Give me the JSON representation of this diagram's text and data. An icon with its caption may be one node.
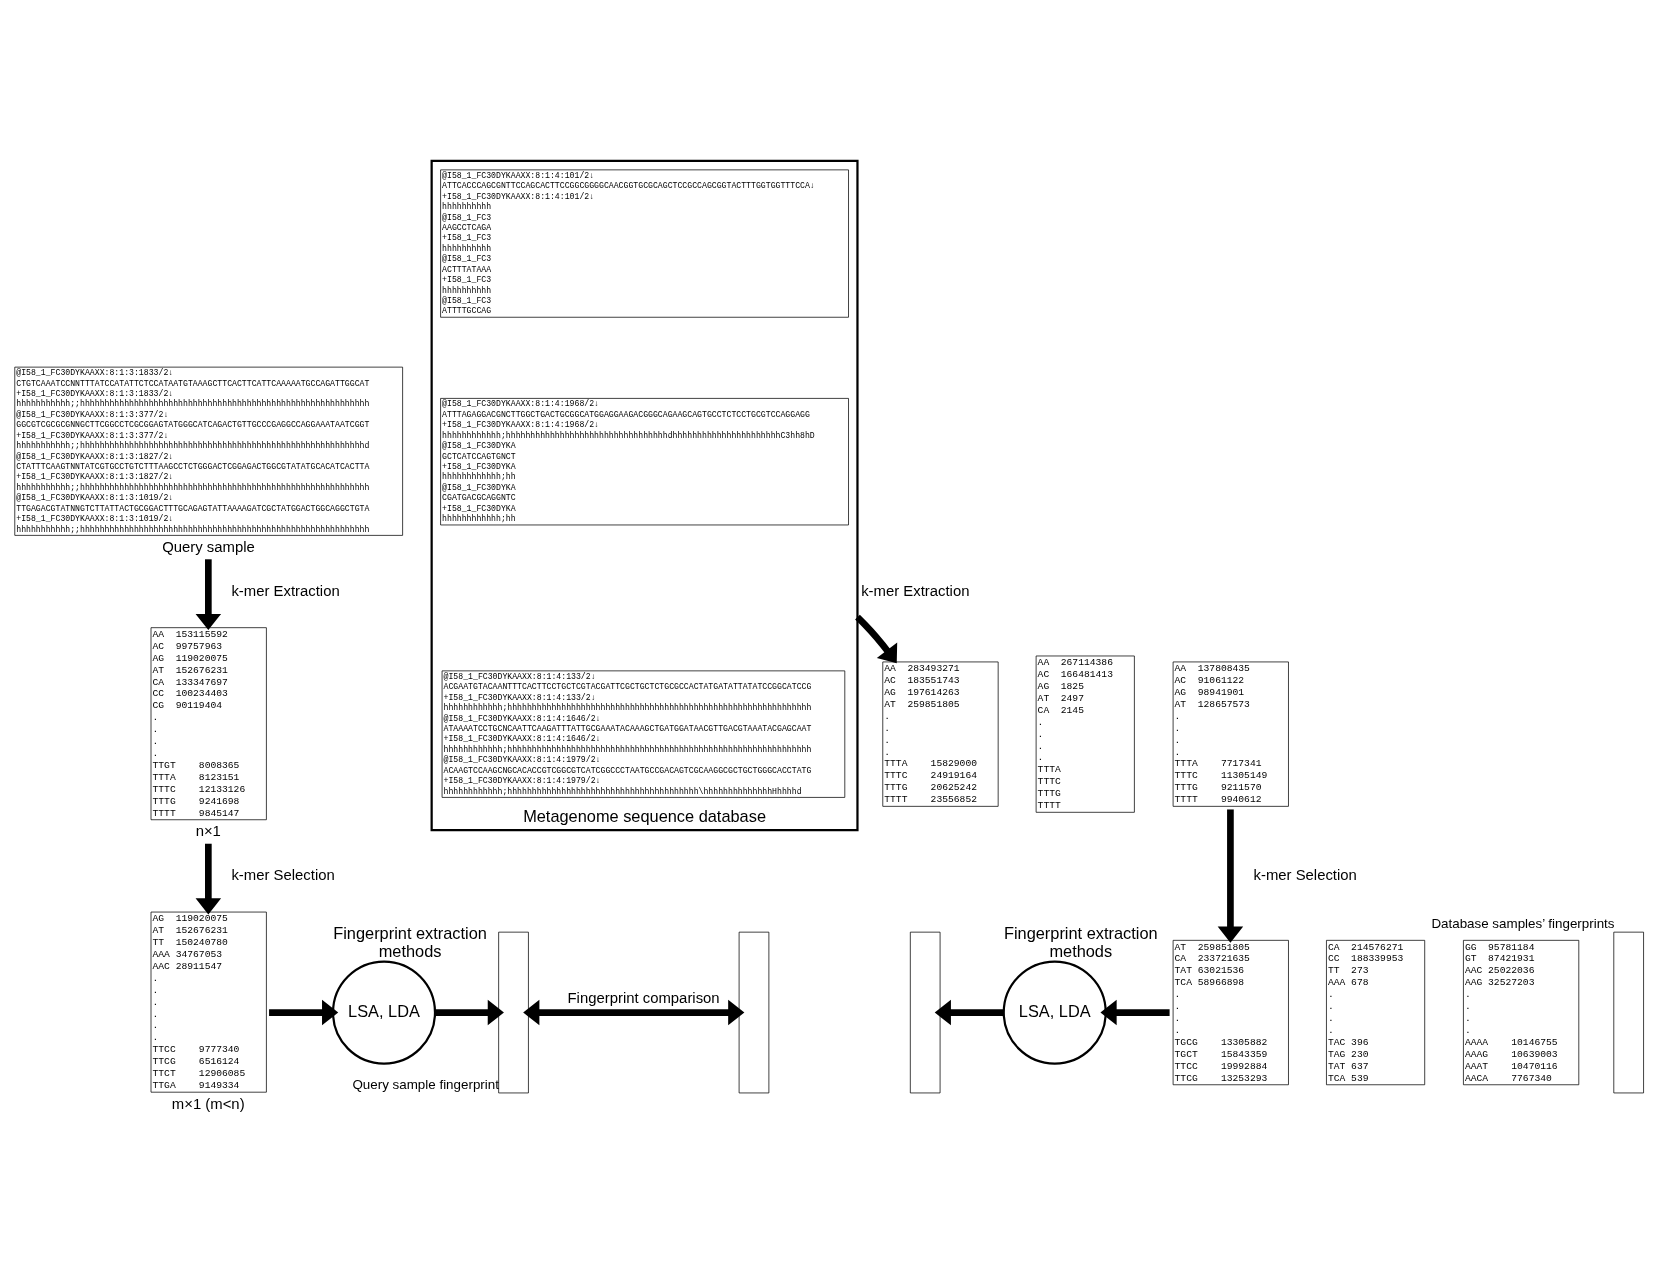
{
  "diagram": {
    "nodes": [
      {
        "text": [
          "@I58_1_FC30DYKAAXX:8:1:3:1833/2↓",
          "CTGTCAAATCCNNTTTATCCATATTCTCCATAATGTAAAGCTTCACTTCATTCAAAAATGCCAGATTGGCAT",
          "+I58_1_FC30DYKAAXX:8:1:3:1833/2↓",
          "hhhhhhhhhhh;;hhhhhhhhhhhhhhhhhhhhhhhhhhhhhhhhhhhhhhhhhhhhhhhhhhhhhhhhhhh",
          "@I58_1_FC30DYKAAXX:8:1:3:377/2↓",
          "GGCGTCGCGCGNNGCTTCGGCCTCGCGGAGTATGGGCATCAGACTGTTGCCCGAGGCCAGGAAATAATCGGT",
          "+I58_1_FC30DYKAAXX:8:1:3:377/2↓",
          "hhhhhhhhhhh;;hhhhhhhhhhhhhhhhhhhhhhhhhhhhhhhhhhhhhhhhhhhhhhhhhhhhhhhhhhd",
          "@I58_1_FC30DYKAAXX:8:1:3:1827/2↓",
          "CTATTTCAAGTNNTATCGTGCCTGTCTTTAAGCCTCTGGGACTCGGAGACTGGCGTATATGCACATCACTTA",
          "+I58_1_FC30DYKAAXX:8:1:3:1827/2↓",
          "hhhhhhhhhhh;;hhhhhhhhhhhhhhhhhhhhhhhhhhhhhhhhhhhhhhhhhhhhhhhhhhhhhhhhhhh",
          "@I58_1_FC30DYKAAXX:8:1:3:1019/2↓",
          "TTGAGACGTATNNGTCTTATTACTGCGGACTTTGCAGAGTATTAAAAGATCGCTATGGACTGGCAGGCTGTA",
          "+I58_1_FC30DYKAAXX:8:1:3:1019/2↓",
          "hhhhhhhhhhh;;hhhhhhhhhhhhhhhhhhhhhhhhhhhhhhhhhhhhhhhhhhhhhhhhhhhhhhhhhhh"
        ],
        "beside": [
          "Query sample"
        ]
      },
      {
        "text": [
          "AA  153115592",
          "AC  99757963",
          "AG  119020075",
          "AT  152676231",
          "CA  133347697",
          "CC  100234403",
          "CG  90119404",
          ".",
          ".",
          ".",
          ".",
          "TTGT    8008365",
          "TTTA    8123151",
          "TTTC    12133126",
          "TTTG    9241698",
          "TTTT    9845147"
        ],
        "beside": [
          "n×1"
        ]
      },
      {
        "text": [
          "AG  119020075",
          "AT  152676231",
          "TT  150240780",
          "AAA 34767053",
          "AAC 28911547",
          ".",
          ".",
          ".",
          ".",
          ".",
          ".",
          "TTCC    9777340",
          "TTCG    6516124",
          "TTCT    12906085",
          "TTGA    9149334"
        ],
        "beside": [
          "m×1 (m<n)"
        ]
      },
      {
        "text": [
          "LSA, LDA"
        ],
        "beside": [
          "Fingerprint extraction methods"
        ]
      },
      {
        "text": [],
        "shape": "bar",
        "beside": [
          "Query sample fingerprint"
        ]
      },
      {
        "text": [
          "Metagenome sequence database"
        ]
      },
      {
        "text": [
          "@I58_1_FC30DYKAAXX:8:1:4:101/2↓",
          "ATTCACCCAGCGNTTCCAGCACTTCCGGCGGGGCAACGGTGCGCAGCTCCGCCAGCGGTACTTTGGTGGTTTCCA↓",
          "+I58_1_FC30DYKAAXX:8:1:4:101/2↓",
          "hhhhhhhhhh",
          "@I58_1_FC3",
          "AAGCCTCAGA",
          "+I58_1_FC3",
          "hhhhhhhhhh",
          "@I58_1_FC3",
          "ACTTTATAAA",
          "+I58_1_FC3",
          "hhhhhhhhhh",
          "@I58_1_FC3",
          "ATTTTGCCAG"
        ],
        "in": 5
      },
      {
        "text": [
          "@I58_1_FC30DYKAAXX:8:1:4:1968/2↓",
          "ATTTAGAGGACGNCTTGGCTGACTGCGGCATGGAGGAAGACGGGCAGAAGCAGTGCCTCTCCTGCGTCCAGGAGG",
          "+I58_1_FC30DYKAAXX:8:1:4:1968/2↓",
          "hhhhhhhhhhhh;hhhhhhhhhhhhhhhhhhhhhhhhhhhhhhhhhdhhhhhhhhhhhhhhhhhhhhhhC3hh8hD",
          "@I58_1_FC30DYKA",
          "GCTCATCCAGTGNCT",
          "+I58_1_FC30DYKA",
          "hhhhhhhhhhhh;hh",
          "@I58_1_FC30DYKA",
          "CGATGACGCAGGNTC",
          "+I58_1_FC30DYKA",
          "hhhhhhhhhhhh;hh"
        ],
        "in": 5
      },
      {
        "text": [
          "@I58_1_FC30DYKAAXX:8:1:4:133/2↓",
          "ACGAATGTACAANTTTCACTTCCTGCTCGTACGATTCGCTGCTCTGCGCCACTATGATATTATATCCGGCATCCG",
          "+I58_1_FC30DYKAAXX:8:1:4:133/2↓",
          "hhhhhhhhhhhh;hhhhhhhhhhhhhhhhhhhhhhhhhhhhhhhhhhhhhhhhhhhhhhhhhhhhhhhhhhhhhh",
          "@I58_1_FC30DYKAAXX:8:1:4:1646/2↓",
          "ATAAAATCCTGCNCAATTCAAGATTTATTGCGAAATACAAAGCTGATGGATAACGTTGACGTAAATACGAGCAAT",
          "+I58_1_FC30DYKAAXX:8:1:4:1646/2↓",
          "hhhhhhhhhhhh;hhhhhhhhhhhhhhhhhhhhhhhhhhhhhhhhhhhhhhhhhhhhhhhhhhhhhhhhhhhhhh",
          "@I58_1_FC30DYKAAXX:8:1:4:1979/2↓",
          "ACAAGTCCAAGCNGCACACCGTCGGCGTCATCGGCCCTAATGCCGACAGTCGCAAGGCGCTGCTGGGCACCTATG",
          "+I58_1_FC30DYKAAXX:8:1:4:1979/2↓",
          "hhhhhhhhhhhh;hhhhhhhhhhhhhhhhhhhhhhhhhhhhhhhhhhhhhhh\\hhhhhhhhhhhhhhHhhhhd"
        ],
        "in": 5
      },
      {
        "text": [
          "AA  267114386",
          "AC  166481413",
          "AG  1825",
          "AT  2497",
          "CA  2145",
          ".",
          ".",
          ".",
          ".",
          "TTTA",
          "TTTC",
          "TTTG",
          "TTTT"
        ]
      },
      {
        "text": [
          "AA  283493271",
          "AC  183551743",
          "AG  197614263",
          "AT  259851805",
          ".",
          ".",
          ".",
          ".",
          "TTTA    15829000",
          "TTTC    24919164",
          "TTTG    20625242",
          "TTTT    23556852"
        ]
      },
      {
        "text": [
          "AA  137808435",
          "AC  91061122",
          "AG  98941901",
          "AT  128657573",
          ".",
          ".",
          ".",
          ".",
          "TTTA    7717341",
          "TTTC    11305149",
          "TTTG    9211570",
          "TTTT    9940612"
        ]
      },
      {
        "text": [
          "CA  214576271",
          "CC  188339953",
          "TT  273",
          "AAA 678",
          ".",
          ".",
          ".",
          ".",
          "TAC 396",
          "TAG 230",
          "TAT 637",
          "TCA 539"
        ]
      },
      {
        "text": [
          "AT  259851805",
          "CA  233721635",
          "TAT 63021536",
          "TCA 58966898",
          ".",
          ".",
          ".",
          ".",
          "TGCG    13305882",
          "TGCT    15843359",
          "TTCC    19992884",
          "TTCG    13253293"
        ]
      },
      {
        "text": [
          "GG  95781184",
          "GT  87421931",
          "AAC 25022036",
          "AAG 32527203",
          ".",
          ".",
          ".",
          ".",
          "AAAA    10146755",
          "AAAG    10639003",
          "AAAT    10470116",
          "AACA    7767340"
        ]
      },
      {
        "text": [
          "LSA, LDA"
        ],
        "beside": [
          "Fingerprint extraction methods"
        ]
      },
      {
        "text": [],
        "shape": "bar"
      },
      {
        "text": [],
        "shape": "bar",
        "beside": [
          "Database samples’ fingerprints"
        ]
      },
      {
        "text": [],
        "shape": "bar"
      }
    ],
    "edges": [
      {
        "from": 0,
        "to": 1,
        "arrow": "to",
        "label": "k-mer Extraction"
      },
      {
        "from": 1,
        "to": 2,
        "arrow": "to",
        "label": "k-mer Selection"
      },
      {
        "from": 2,
        "to": 3,
        "arrow": "to"
      },
      {
        "from": 3,
        "to": 4,
        "arrow": "to"
      },
      {
        "from": 4,
        "to": 16,
        "arrow": "both",
        "label": "Fingerprint comparison"
      },
      {
        "from": 5,
        "to": 10,
        "arrow": "to",
        "label": "k-mer Extraction"
      },
      {
        "from": 11,
        "to": 13,
        "arrow": "to",
        "label": "k-mer Selection"
      },
      {
        "from": 13,
        "to": 15,
        "arrow": "to"
      },
      {
        "from": 15,
        "to": 18,
        "arrow": "to"
      }
    ]
  }
}
